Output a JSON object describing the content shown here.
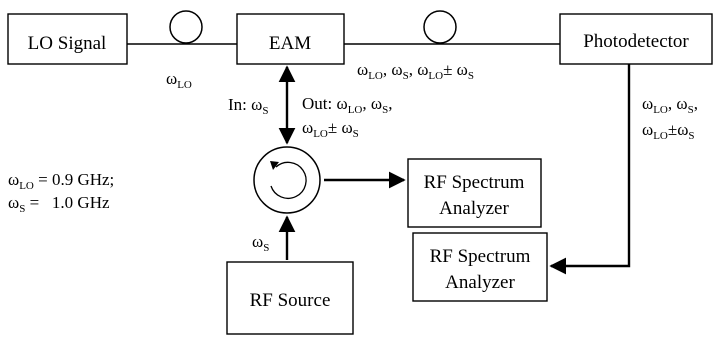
{
  "boxes": {
    "lo_signal": "LO Signal",
    "eam": "EAM",
    "photodetector": "Photodetector",
    "rf_analyzer_1": [
      "RF Spectrum",
      "Analyzer"
    ],
    "rf_analyzer_2": [
      "RF Spectrum",
      "Analyzer"
    ],
    "rf_source": "RF Source"
  },
  "labels": {
    "omega": "ω",
    "sub_lo": "LO",
    "sub_s": "S",
    "plus_minus": "±",
    "comma": ",",
    "in_prefix": "In: ",
    "out_prefix": "Out: ",
    "eq_lo_value": " = 0.9 GHz;",
    "eq_s_value": " =   1.0 GHz"
  }
}
